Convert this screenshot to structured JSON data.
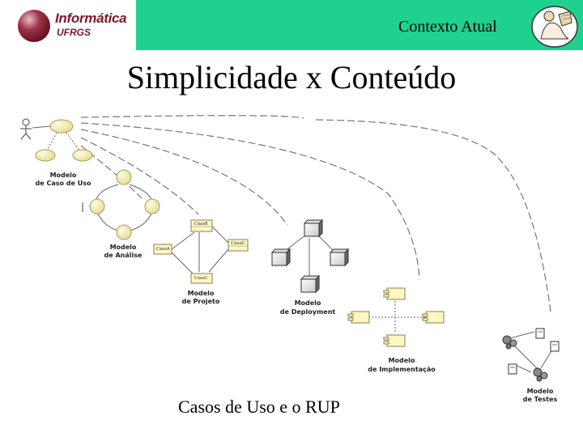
{
  "header": {
    "logo_title": "Informática",
    "logo_subtitle": "UFRGS",
    "context_label": "Contexto Atual",
    "logo_icon": "globe-sphere-icon",
    "mascot_icon": "mascot-illustration-icon",
    "band_color": "#1fd18e",
    "logo_color": "#7a1a30"
  },
  "title": "Simplicidade x Conteúdo",
  "caption": "Casos de Uso e o RUP",
  "diagram": {
    "models": {
      "use_case_1": "Modelo",
      "use_case_2": "de Caso de Uso",
      "analysis_1": "Modelo",
      "analysis_2": "de Análise",
      "design_1": "Modelo",
      "design_2": "de Projeto",
      "deployment_1": "Modelo",
      "deployment_2": "de Deployment",
      "implementation_1": "Modelo",
      "implementation_2": "de Implementação",
      "test_1": "Modelo",
      "test_2": "de Testes"
    },
    "classes": {
      "b": "ClassB",
      "a": "ClassA",
      "d": "ClassD",
      "c": "ClassC"
    }
  }
}
